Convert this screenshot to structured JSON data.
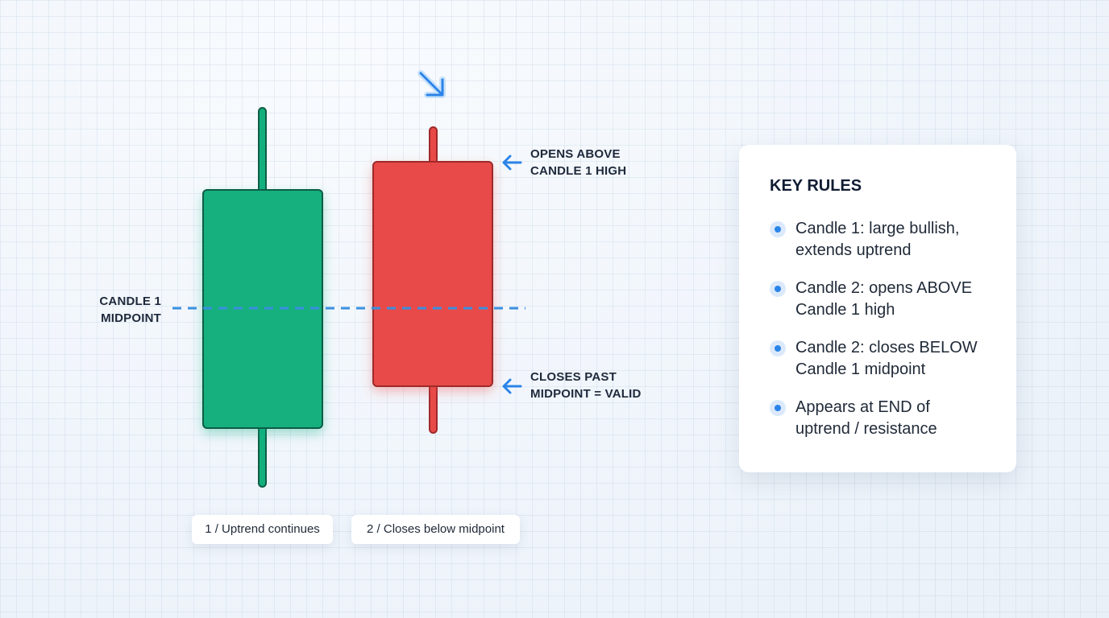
{
  "colors": {
    "bullish": "#13b07e",
    "bullish_border": "#0f5d45",
    "bearish": "#e84a48",
    "bearish_border": "#9e2a2a",
    "accent": "#2b84e8",
    "midpoint_line": "#3a8fe0"
  },
  "diagram": {
    "midpoint_label": [
      "CANDLE 1",
      "MIDPOINT"
    ],
    "opens_callout": [
      "OPENS ABOVE",
      "CANDLE 1 HIGH"
    ],
    "closes_callout": [
      "CLOSES PAST",
      "MIDPOINT = VALID"
    ],
    "direction_icon": "arrow-down-right-icon",
    "callout_icon": "arrow-left-icon",
    "candles": [
      {
        "label": "1 / Uptrend continues",
        "direction": "bullish"
      },
      {
        "label": "2 / Closes below midpoint",
        "direction": "bearish"
      }
    ]
  },
  "panel": {
    "title": "KEY RULES",
    "rules": [
      [
        "Candle 1: large bullish,",
        "extends uptrend"
      ],
      [
        "Candle 2: opens ABOVE",
        "Candle 1 high"
      ],
      [
        "Candle 2: closes BELOW",
        "Candle 1 midpoint"
      ],
      [
        "Appears at END of",
        "uptrend / resistance"
      ]
    ]
  }
}
